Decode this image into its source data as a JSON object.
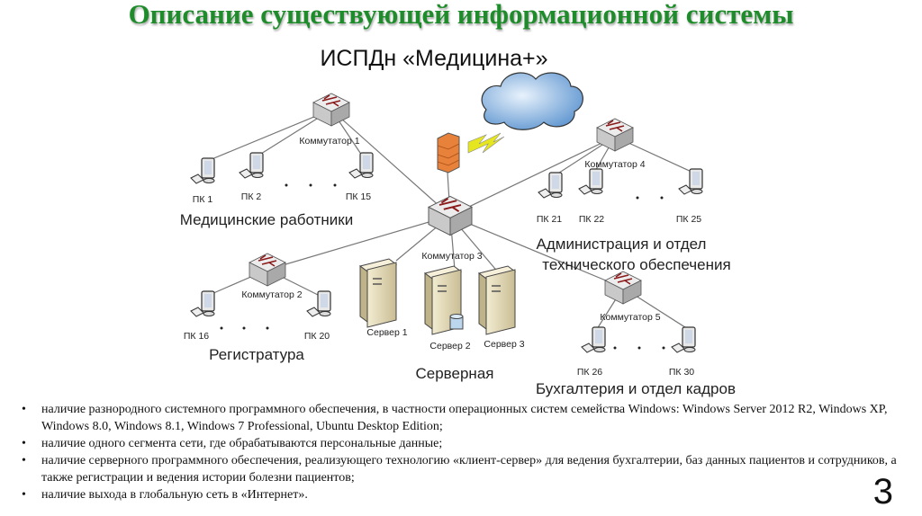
{
  "title": "Описание существующей информационной системы",
  "diagram": {
    "subtitle": "ИСПДн «Медицина+»",
    "switches": [
      "Коммутатор 1",
      "Коммутатор 2",
      "Коммутатор 3",
      "Коммутатор 4",
      "Коммутатор 5"
    ],
    "pcs": {
      "pc1": "ПК 1",
      "pc2": "ПК 2",
      "pc15": "ПК 15",
      "pc16": "ПК 16",
      "pc20": "ПК 20",
      "pc21": "ПК 21",
      "pc22": "ПК 22",
      "pc25": "ПК 25",
      "pc26": "ПК 26",
      "pc30": "ПК 30"
    },
    "servers": [
      "Сервер 1",
      "Сервер 2",
      "Сервер 3"
    ],
    "groups": {
      "medical": "Медицинские работники",
      "registry": "Регистратура",
      "server_room": "Серверная",
      "admin_line1": "Администрация и отдел",
      "admin_line2": "технического обеспечения",
      "accounting": "Бухгалтерия и отдел кадров"
    },
    "colors": {
      "firewall": "#e8823a",
      "cloud": "#6fa3d8",
      "lightning": "#e6e620"
    }
  },
  "bullets": [
    "наличие разнородного системного программного обеспечения, в частности операционных систем семейства  Windows: Windows Server 2012 R2, Windows XP, Windows  8.0, Windows  8.1, Windows 7 Professional, Ubuntu Desktop Edition;",
    "наличие одного сегмента сети, где обрабатываются персональные данные;",
    "наличие серверного программного обеспечения, реализующего  технологию  «клиент-сервер» для ведения бухгалтерии, баз данных пациентов и сотрудников, а также регистрации и ведения истории болезни пациентов;",
    "наличие выхода в глобальную сеть в «Интернет»."
  ],
  "page_number": "3"
}
